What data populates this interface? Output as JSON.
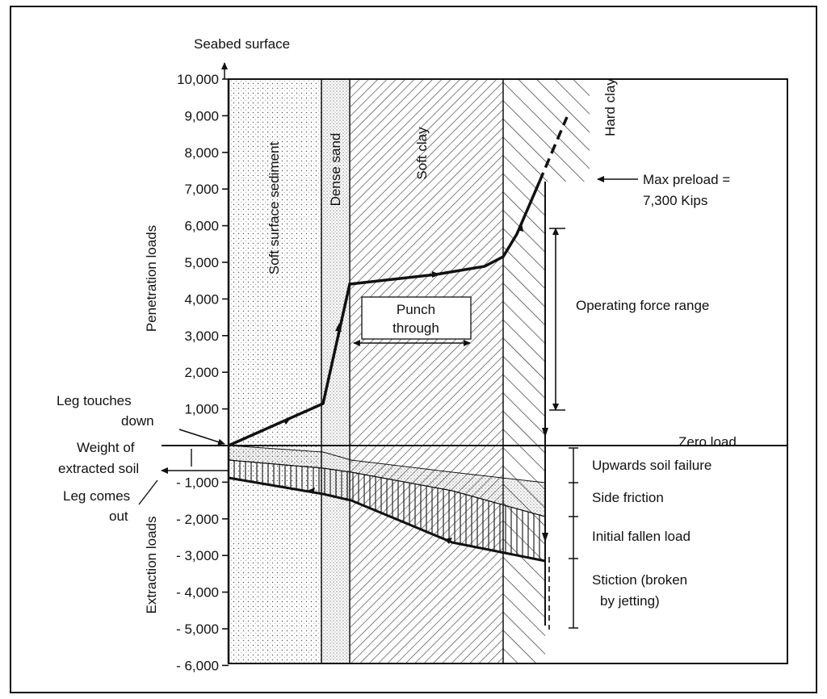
{
  "header": {
    "seabed_label": "Seabed surface"
  },
  "axes": {
    "penetration_label": "Penetration loads",
    "extraction_label": "Extraction loads",
    "ticks": [
      {
        "value": 10000,
        "label": "10,000"
      },
      {
        "value": 9000,
        "label": "9,000"
      },
      {
        "value": 8000,
        "label": "8,000"
      },
      {
        "value": 7000,
        "label": "7,000"
      },
      {
        "value": 6000,
        "label": "6,000"
      },
      {
        "value": 5000,
        "label": "5,000"
      },
      {
        "value": 4000,
        "label": "4,000"
      },
      {
        "value": 3000,
        "label": "3,000"
      },
      {
        "value": 2000,
        "label": "2,000"
      },
      {
        "value": 1000,
        "label": "1,000"
      },
      {
        "value": -1000,
        "label": "- 1,000"
      },
      {
        "value": -2000,
        "label": "- 2,000"
      },
      {
        "value": -3000,
        "label": "- 3,000"
      },
      {
        "value": -4000,
        "label": "- 4,000"
      },
      {
        "value": -5000,
        "label": "- 5,000"
      },
      {
        "value": -6000,
        "label": "- 6,000"
      }
    ]
  },
  "soil_layers": {
    "soft_surface_sediment": "Soft surface sediment",
    "dense_sand": "Dense sand",
    "soft_clay": "Soft clay",
    "hard_clay": "Hard clay"
  },
  "annotations": {
    "max_preload_line1": "Max preload =",
    "max_preload_line2": "7,300 Kips",
    "operating_force_range": "Operating force range",
    "punch_through_line1": "Punch",
    "punch_through_line2": "through",
    "leg_touches_line1": "Leg touches",
    "leg_touches_line2": "down",
    "weight_line1": "Weight of",
    "weight_line2": "extracted soil",
    "leg_comes_line1": "Leg comes",
    "leg_comes_line2": "out",
    "zero_load": "Zero load",
    "upwards_soil_failure": "Upwards soil failure",
    "side_friction": "Side friction",
    "initial_fallen_load": "Initial fallen load",
    "stiction_line1": "Stiction (broken",
    "stiction_line2": "by jetting)"
  },
  "curves": {
    "penetration": [
      0,
      1100,
      4500,
      4750,
      5300,
      7300
    ],
    "max_preload": 7300,
    "operating_range": [
      1000,
      6000
    ],
    "extraction_total": [
      -900,
      -1500,
      -2300,
      -3000,
      -3100,
      -3200
    ]
  }
}
